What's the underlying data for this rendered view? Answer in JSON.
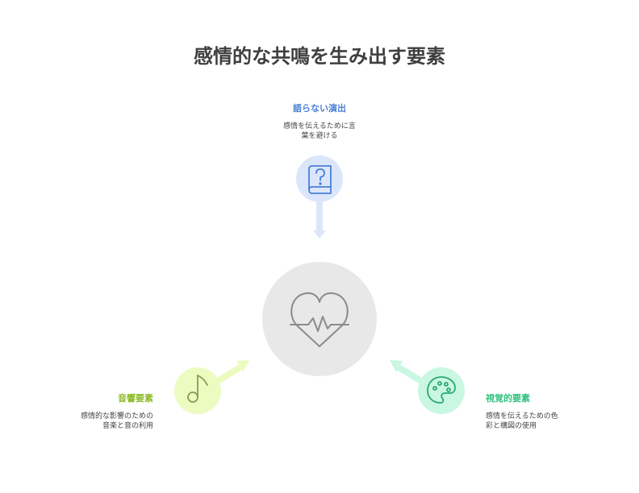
{
  "title": "感情的な共鳴を生み出す要素",
  "center": {
    "icon": "heart-pulse-icon"
  },
  "nodes": {
    "top": {
      "label": "語らない演出",
      "desc_line1": "感情を伝えるために言",
      "desc_line2": "葉を避ける",
      "icon": "question-book-icon",
      "color": "#4a7fd6",
      "circle_fill": "#dce6fb"
    },
    "left": {
      "label": "音響要素",
      "desc_line1": "感情的な影響のための",
      "desc_line2": "音楽と音の利用",
      "icon": "music-note-icon",
      "color": "#8dbb2a",
      "circle_fill": "#ecfbc0"
    },
    "right": {
      "label": "視覚的要素",
      "desc_line1": "感情を伝えるための色",
      "desc_line2": "彩と構図の使用",
      "icon": "palette-icon",
      "color": "#2ec27e",
      "circle_fill": "#c9f7e2"
    }
  }
}
